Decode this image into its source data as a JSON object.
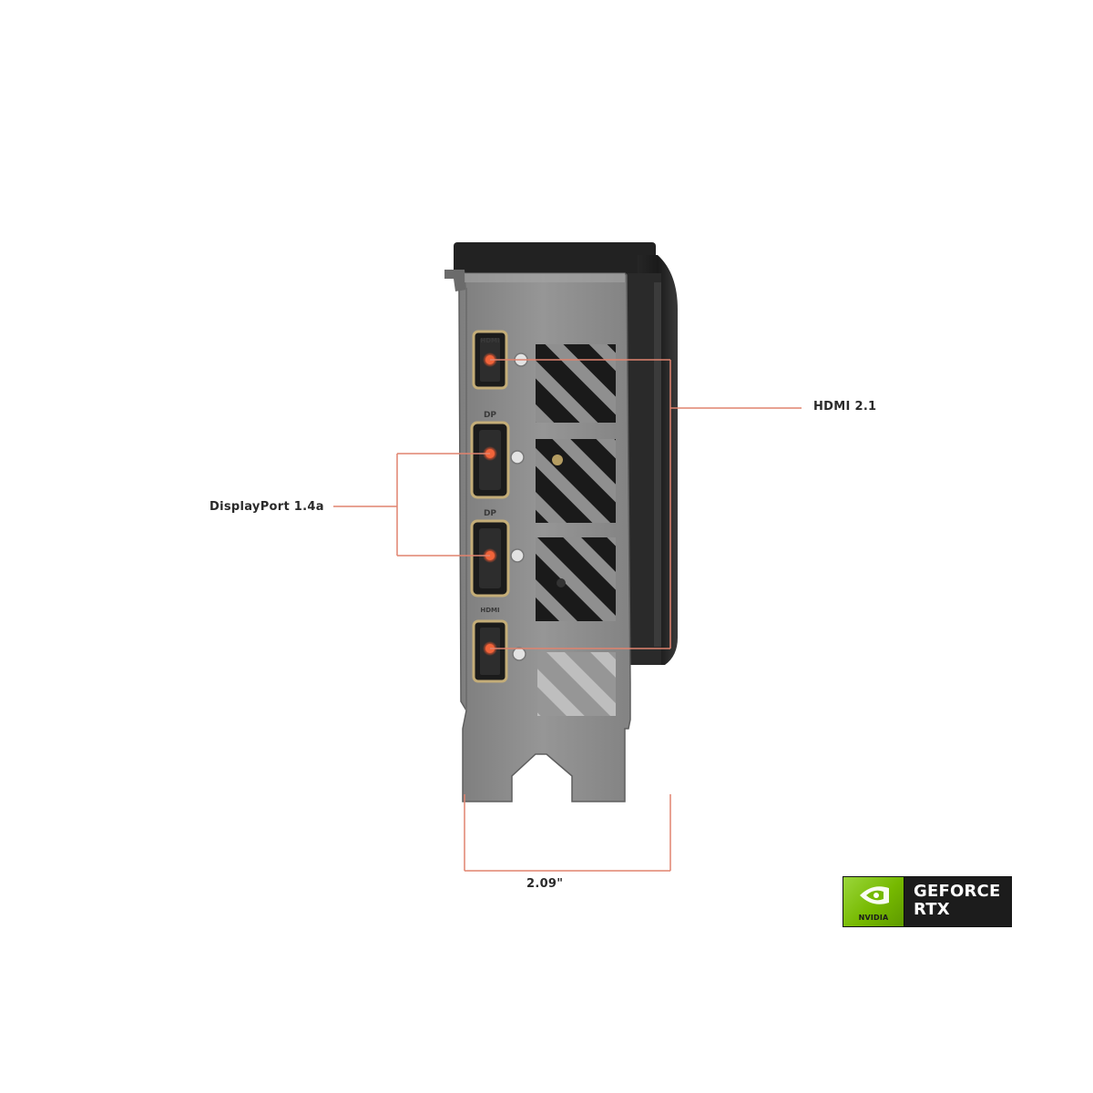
{
  "callouts": {
    "hdmi": "HDMI 2.1",
    "displayport": "DisplayPort 1.4a",
    "width": "2.09\""
  },
  "bracket_labels": {
    "hdmi_top": "HDMI",
    "dp_upper": "DP",
    "dp_lower": "DP",
    "hdmi_bottom": "HDMI"
  },
  "badge": {
    "brand": "NVIDIA",
    "line1": "GEFORCE",
    "line2": "RTX"
  },
  "colors": {
    "accent": "#e0836f",
    "port_glow": "#e8552e",
    "bracket": "#8c8c8c",
    "shroud": "#1e1e1e",
    "nvidia_green": "#76b900"
  },
  "icons": [
    "nvidia-eye-icon"
  ]
}
